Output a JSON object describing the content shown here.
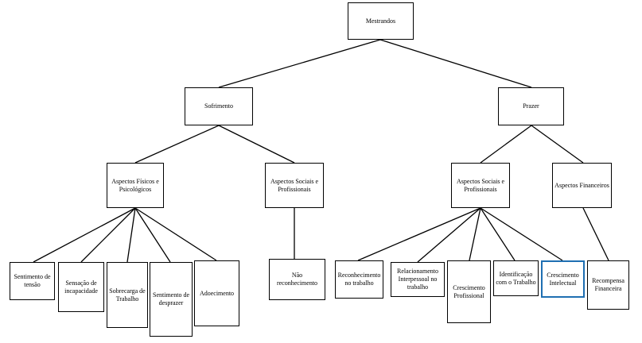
{
  "highlight_color": "#1f6fb2",
  "root": {
    "label": "Mestrandos"
  },
  "branches": {
    "sofrimento": {
      "label": "Sofrimento"
    },
    "prazer": {
      "label": "Prazer"
    }
  },
  "categories": {
    "fisicos": {
      "label": "Aspectos Físicos e Psicológicos"
    },
    "sociais_sofrimento": {
      "label": "Aspectos Sociais e Profissionais"
    },
    "sociais_prazer": {
      "label": "Aspectos Sociais e Profissionais"
    },
    "financeiros": {
      "label": "Aspectos Financeiros"
    }
  },
  "leaves": {
    "tensao": {
      "label": "Sentimento de tensão"
    },
    "incapacidade": {
      "label": "Sensação de incapacidade"
    },
    "sobrecarga": {
      "label": "Sobrecarga de Trabalho"
    },
    "desprazer": {
      "label": "Sentimento de desprazer"
    },
    "adoecimento": {
      "label": "Adoecimento"
    },
    "nao_reconhecimento": {
      "label": "Não reconhecimento"
    },
    "reconhecimento": {
      "label": "Reconhecimento no trabalho"
    },
    "relacionamento": {
      "label": "Relacionamento Interpessoal no trabalho"
    },
    "crescimento_profissional": {
      "label": "Crescimento Profissional"
    },
    "identificacao": {
      "label": "Identificação com o Trabalho"
    },
    "crescimento_intelectual": {
      "label": "Crescimento Intelectual"
    },
    "recompensa": {
      "label": "Recompensa Financeira"
    }
  }
}
